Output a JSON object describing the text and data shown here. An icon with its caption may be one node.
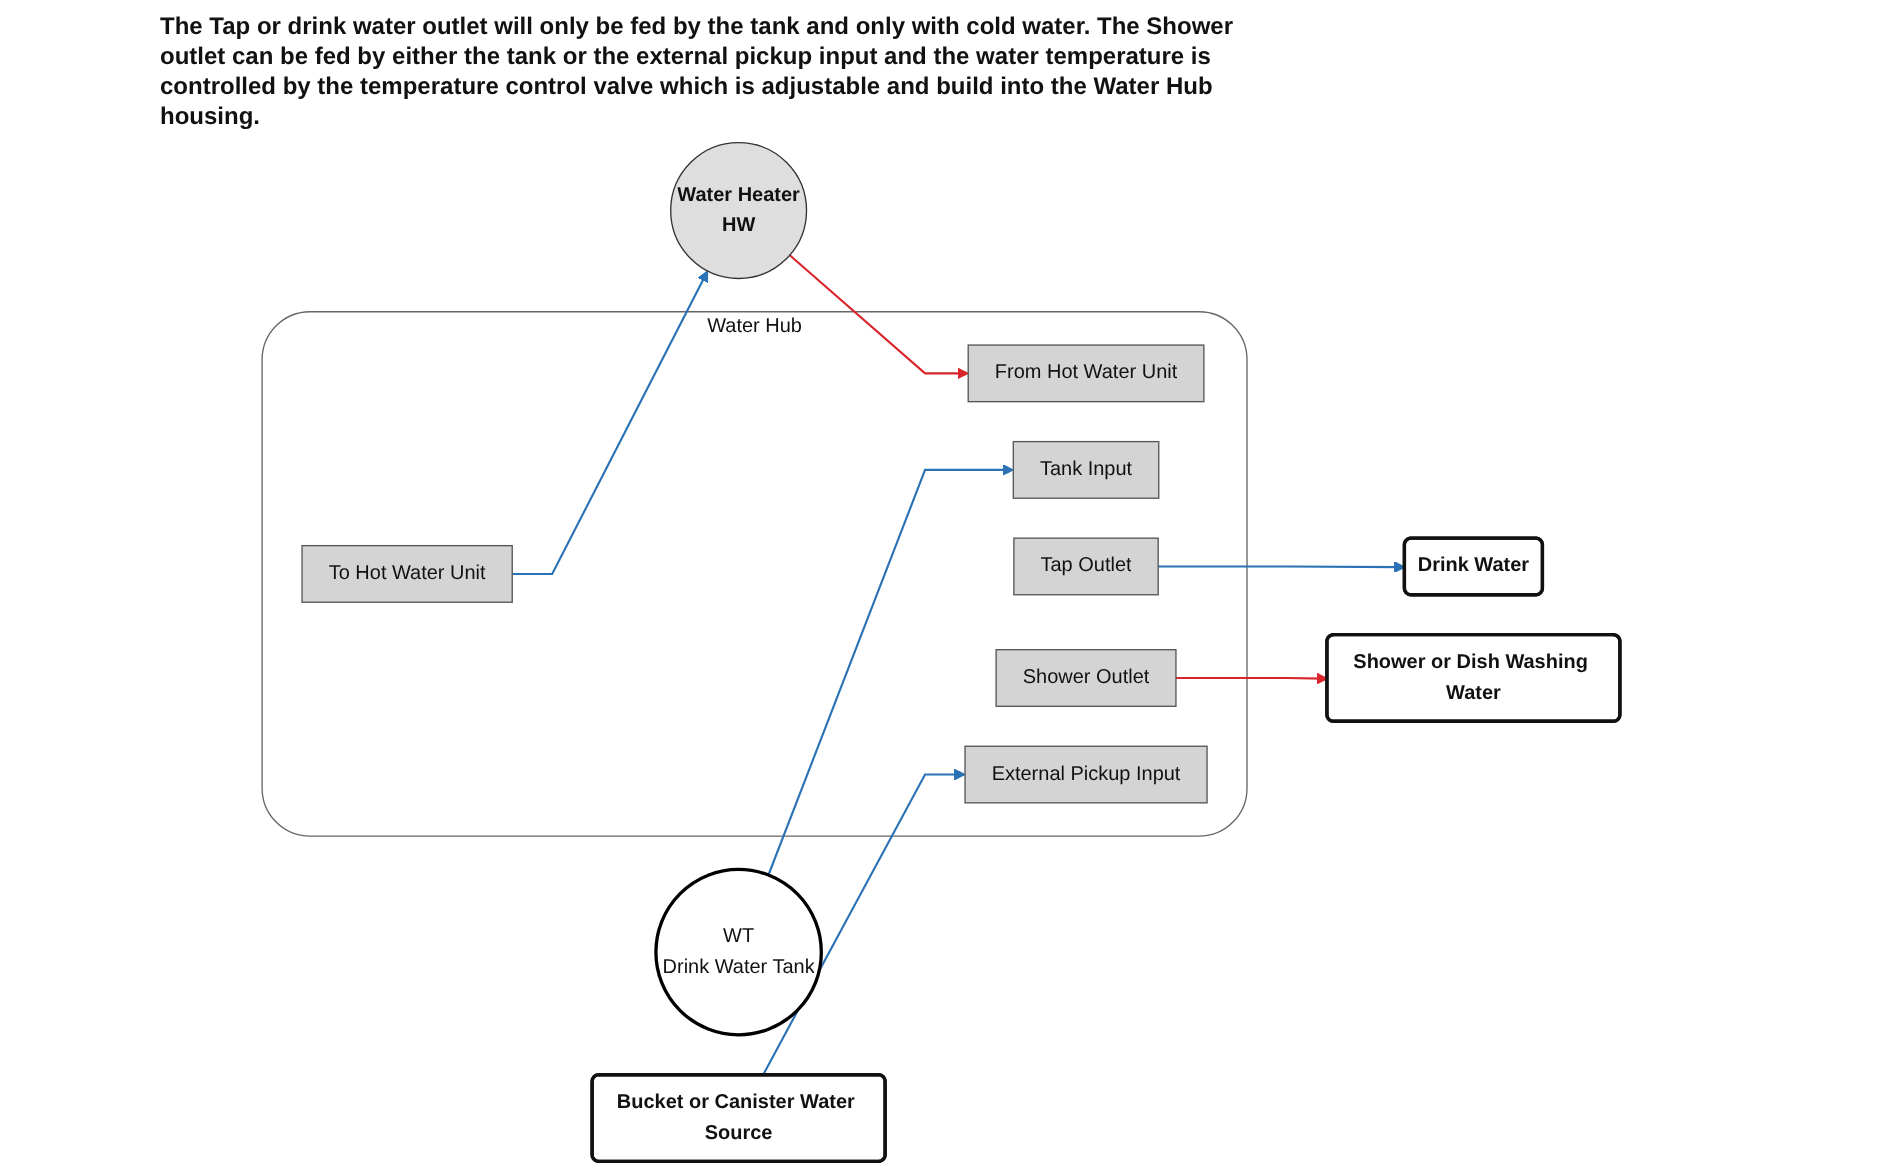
{
  "diagram": {
    "nodes": [
      {
        "text": [
          "Water Heater",
          "HW"
        ]
      },
      {
        "text": [
          "Drink Water"
        ]
      },
      {
        "text": [
          "Water Hub"
        ]
      },
      {
        "text": [
          "From Hot Water Unit"
        ],
        "in": 2
      },
      {
        "text": [
          "To Hot Water Unit"
        ],
        "in": 2
      },
      {
        "text": [
          "Tank Input"
        ],
        "in": 2
      },
      {
        "text": [
          "Tap Outlet"
        ],
        "in": 2
      },
      {
        "text": [
          "Shower Outlet"
        ],
        "in": 2
      },
      {
        "text": [
          "External Pickup Input"
        ],
        "in": 2
      },
      {
        "text": [
          "Shower or Dish Washing Water"
        ]
      },
      {
        "text": [
          "WT",
          "Drink Water Tank"
        ]
      },
      {
        "text": [
          "Bucket or Canister Water Source"
        ]
      }
    ],
    "edges": [
      {
        "from": 0,
        "to": 3,
        "arrow": "to",
        "color": "#d9262c"
      },
      {
        "from": 4,
        "to": 0,
        "arrow": "to"
      },
      {
        "from": 10,
        "to": 5,
        "arrow": "to"
      },
      {
        "from": 6,
        "to": 1,
        "arrow": "to"
      },
      {
        "from": 7,
        "to": 9,
        "arrow": "to",
        "color": "#d9262c"
      },
      {
        "from": 11,
        "to": 8,
        "arrow": "to"
      }
    ],
    "labels": [
      "The Tap or drink water outlet will only be fed by the tank and only with cold water. The Shower outlet can be fed by either the tank or the external pickup input and the water temperature is controlled by the temperature control valve which is adjustable and build into the Water Hub housing."
    ]
  }
}
